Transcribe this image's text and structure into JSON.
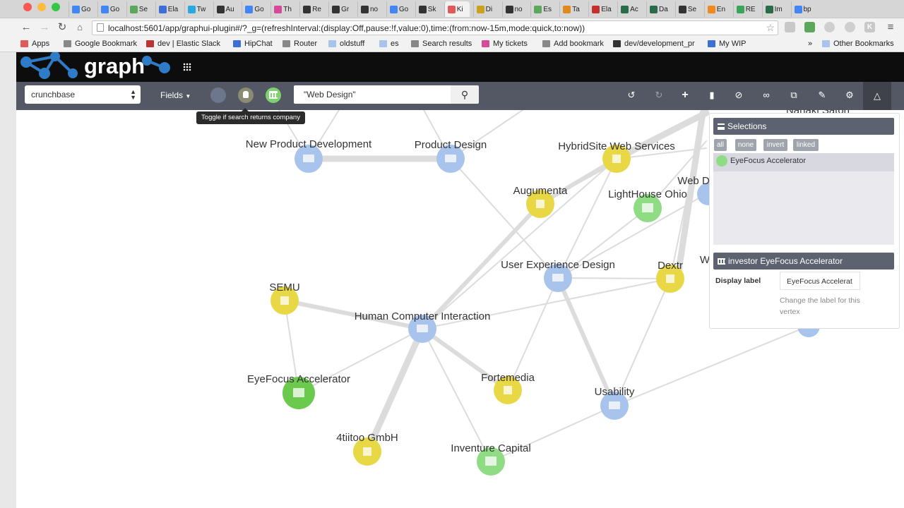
{
  "browser": {
    "tabs": [
      "Go",
      "Go",
      "Se",
      "Ela",
      "Tw",
      "Au",
      "Go",
      "Th",
      "Re",
      "Gr",
      "no",
      "Go",
      "Sk",
      "Ki",
      "Di",
      "no",
      "Es",
      "Ta",
      "Ela",
      "Ac",
      "Da",
      "Se",
      "En",
      "RE",
      "Im",
      "bp"
    ],
    "url": "localhost:5601/app/graphui-plugin#/?_g=(refreshInterval:(display:Off,pause:!f,value:0),time:(from:now-15m,mode:quick,to:now))",
    "bookmarks": [
      "Apps",
      "Google Bookmark",
      "dev | Elastic Slack",
      "HipChat",
      "Router",
      "oldstuff",
      "es",
      "Search results",
      "My tickets",
      "Add bookmark",
      "dev/development_pr",
      "My WIP",
      "Other Bookmarks"
    ],
    "bookmarks_overflow": "»"
  },
  "app": {
    "logo": "graph",
    "index": "crunchbase",
    "fields_label": "Fields",
    "search_query": "\"Web Design\"",
    "tooltip": "Toggle if search returns company"
  },
  "graph": {
    "labels": [
      "New Product Development",
      "Product Design",
      "HybridSite Web Services",
      "Augumenta",
      "LightHouse Ohio",
      "Web D",
      "User Experience Design",
      "Dextr",
      "W",
      "SEMU",
      "Human Computer Interaction",
      "EyeFocus Accelerator",
      "Fortemedia",
      "Usability",
      "4tiitoo GmbH",
      "Inventure Capital",
      "Nanaki Saton"
    ]
  },
  "panel": {
    "selections_title": "Selections",
    "buttons": [
      "all",
      "none",
      "invert",
      "linked"
    ],
    "selected_item": "EyeFocus Accelerator",
    "vertex_title": "investor EyeFocus Accelerator",
    "display_label_heading": "Display label",
    "display_label_value": "EyeFocus Accelerat",
    "help_text": "Change the label for this vertex"
  },
  "colors": {
    "company": "#e8d845",
    "term": "#a8c4ec",
    "investor": "#8fdc84",
    "selected_investor": "#6bc94e"
  }
}
